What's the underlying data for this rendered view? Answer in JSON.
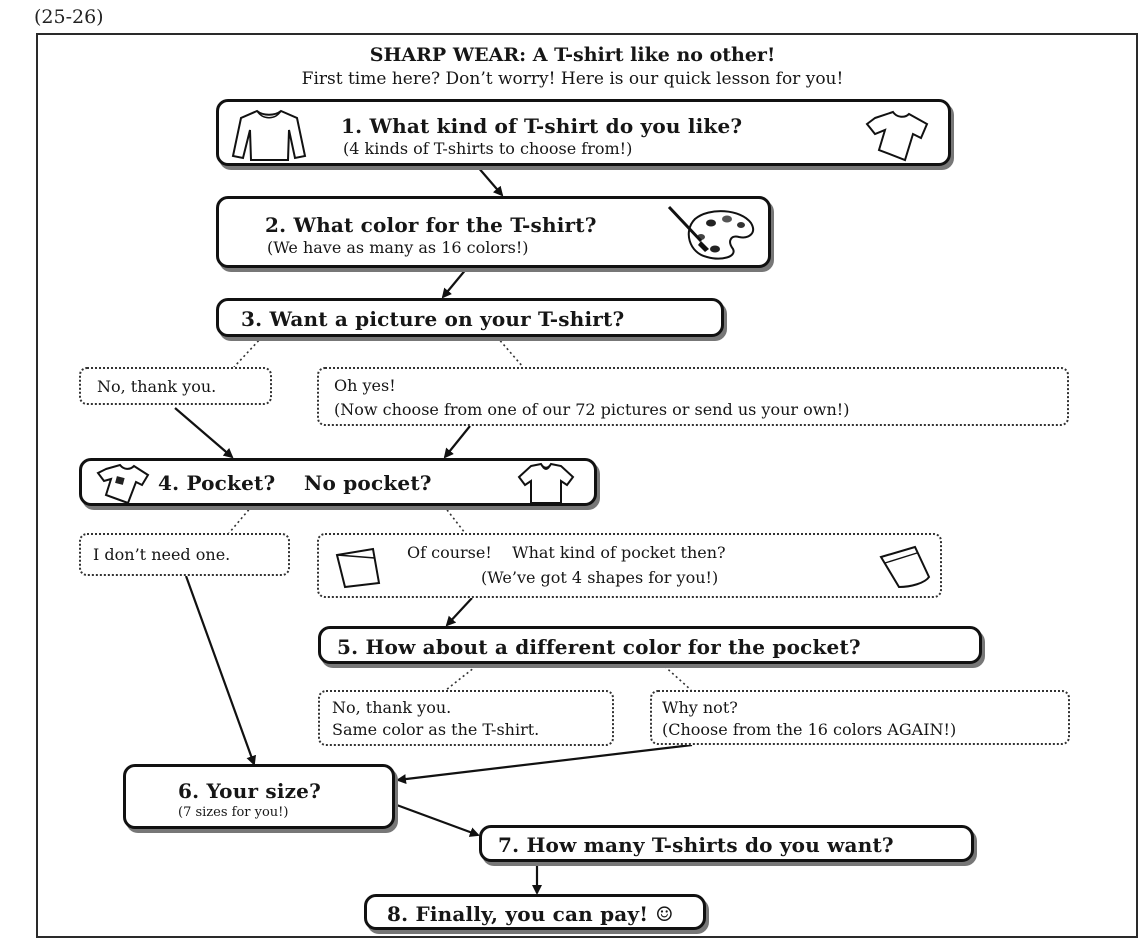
{
  "header": {
    "question_number": "(25-26)",
    "title": "SHARP WEAR: A T-shirt like no other!",
    "subtitle": "First time here?  Don’t worry!  Here is our quick lesson for you!"
  },
  "steps": {
    "s1": {
      "title": "1. What kind of T-shirt do you like?",
      "note": "(4 kinds of T-shirts to choose from!)"
    },
    "s2": {
      "title": "2. What color for the T-shirt?",
      "note": "(We have as many as 16 colors!)"
    },
    "s3": {
      "title": "3. Want a picture on your T-shirt?"
    },
    "s4": {
      "title": "4. Pocket?    No pocket?"
    },
    "s5": {
      "title": "5. How about a different color for the pocket?"
    },
    "s6": {
      "title": "6. Your size?",
      "note": "(7 sizes for you!)"
    },
    "s7": {
      "title": "7. How many T-shirts do you want?"
    },
    "s8": {
      "title": "8. Finally, you can pay! ☺"
    }
  },
  "options": {
    "pic_no": "No, thank you.",
    "pic_yes_line1": "Oh yes!",
    "pic_yes_line2": "(Now choose from one of our 72 pictures or send us your own!)",
    "pocket_no": "I don’t need one.",
    "pocket_yes_line1": "Of course!    What kind of pocket then?",
    "pocket_yes_line2": "(We’ve got 4 shapes for you!)",
    "color_no_line1": "No, thank you.",
    "color_no_line2": "Same color as the T-shirt.",
    "color_yes_line1": "Why not?",
    "color_yes_line2": "(Choose from the 16 colors AGAIN!)"
  },
  "icons": {
    "long_sleeve": "long-sleeve-shirt-icon",
    "short_sleeve": "t-shirt-icon",
    "palette": "paint-palette-icon",
    "pocket_shirt": "pocket-t-shirt-icon",
    "plain_shirt": "plain-t-shirt-icon",
    "pocket_a": "pocket-shape-icon",
    "pocket_b": "pocket-shape-icon"
  }
}
